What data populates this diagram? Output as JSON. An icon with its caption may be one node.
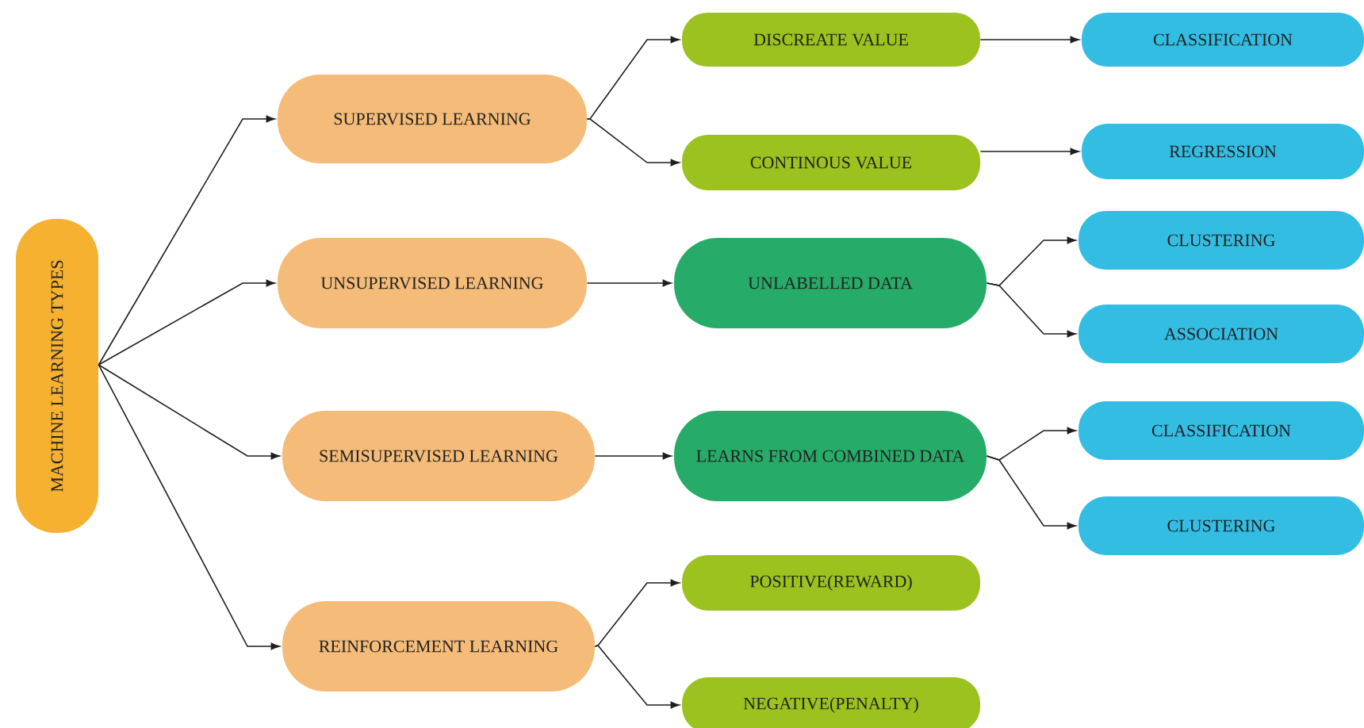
{
  "diagram": {
    "nodes": [
      {
        "text": [
          "MACHINE LEARNING TYPES"
        ]
      },
      {
        "text": [
          "SUPERVISED LEARNING"
        ]
      },
      {
        "text": [
          "DISCREATE VALUE"
        ]
      },
      {
        "text": [
          "CLASSIFICATION"
        ]
      },
      {
        "text": [
          "CONTINOUS VALUE"
        ]
      },
      {
        "text": [
          "REGRESSION"
        ]
      },
      {
        "text": [
          "UNSUPERVISED LEARNING"
        ]
      },
      {
        "text": [
          "UNLABELLED DATA"
        ]
      },
      {
        "text": [
          "CLUSTERING"
        ]
      },
      {
        "text": [
          "ASSOCIATION"
        ]
      },
      {
        "text": [
          "SEMISUPERVISED LEARNING"
        ]
      },
      {
        "text": [
          "LEARNS FROM COMBINED DATA"
        ]
      },
      {
        "text": [
          "CLASSIFICATION"
        ]
      },
      {
        "text": [
          "CLUSTERING"
        ]
      },
      {
        "text": [
          "REINFORCEMENT LEARNING"
        ]
      },
      {
        "text": [
          "POSITIVE(REWARD)"
        ]
      },
      {
        "text": [
          "NEGATIVE(PENALTY)"
        ]
      }
    ],
    "edges": [
      {
        "from": 0,
        "to": 1,
        "arrow": "to"
      },
      {
        "from": 0,
        "to": 6,
        "arrow": "to"
      },
      {
        "from": 0,
        "to": 10,
        "arrow": "to"
      },
      {
        "from": 0,
        "to": 14,
        "arrow": "to"
      },
      {
        "from": 1,
        "to": 2,
        "arrow": "to"
      },
      {
        "from": 1,
        "to": 4,
        "arrow": "to"
      },
      {
        "from": 2,
        "to": 3,
        "arrow": "to"
      },
      {
        "from": 4,
        "to": 5,
        "arrow": "to"
      },
      {
        "from": 6,
        "to": 7,
        "arrow": "to"
      },
      {
        "from": 7,
        "to": 8,
        "arrow": "to"
      },
      {
        "from": 7,
        "to": 9,
        "arrow": "to"
      },
      {
        "from": 10,
        "to": 11,
        "arrow": "to"
      },
      {
        "from": 11,
        "to": 12,
        "arrow": "to"
      },
      {
        "from": 11,
        "to": 13,
        "arrow": "to"
      },
      {
        "from": 14,
        "to": 15,
        "arrow": "to"
      },
      {
        "from": 14,
        "to": 16,
        "arrow": "to"
      }
    ]
  }
}
